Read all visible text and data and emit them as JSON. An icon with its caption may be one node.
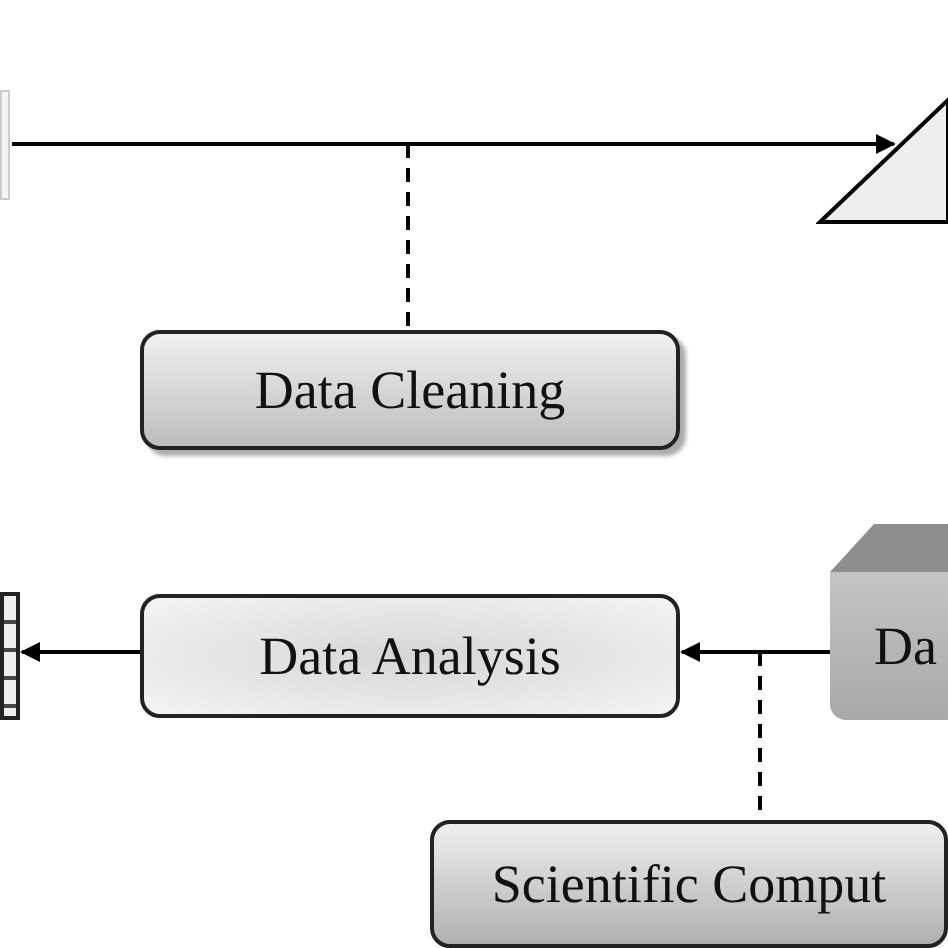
{
  "diagram": {
    "nodes": [
      {
        "text": [],
        "shape": "box"
      },
      {
        "text": [],
        "shape": "triangle"
      },
      {
        "text": [
          "Data Cleaning"
        ]
      },
      {
        "text": [],
        "shape": "box"
      },
      {
        "text": [
          "Data Analysis"
        ]
      },
      {
        "text": [
          "Da"
        ]
      },
      {
        "text": [
          "Scientific Comput"
        ]
      }
    ],
    "edges": [
      {
        "from": 0,
        "to": 1,
        "arrow": "to"
      },
      {
        "from": null,
        "to": 2,
        "arrow": "none",
        "style": "dashed"
      },
      {
        "from": 4,
        "to": 3,
        "arrow": "to"
      },
      {
        "from": 5,
        "to": 4,
        "arrow": "to"
      },
      {
        "from": null,
        "to": 6,
        "arrow": "none",
        "style": "dashed"
      }
    ]
  }
}
